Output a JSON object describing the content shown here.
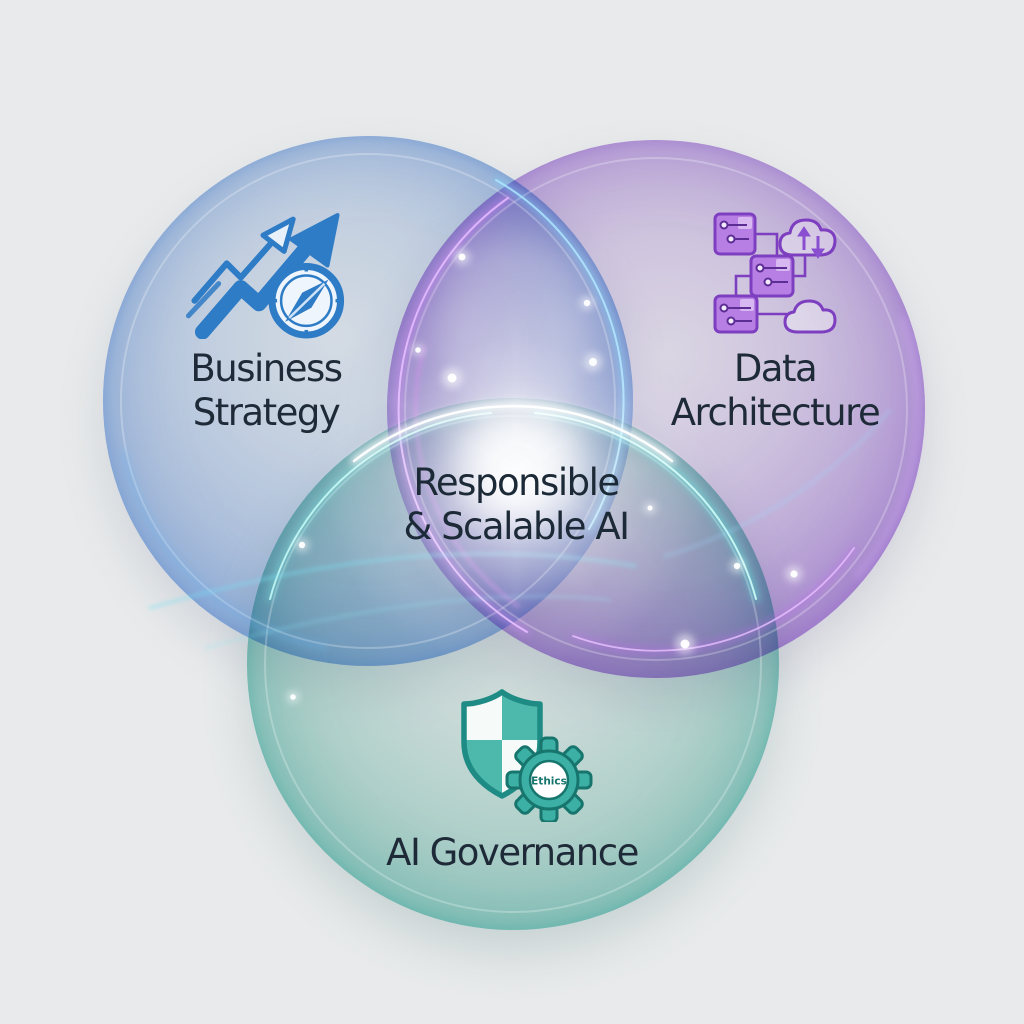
{
  "colors": {
    "background": "#e8eaeb",
    "label_text": "#1e2a38",
    "business_accent": "#2e7bc6",
    "data_accent": "#7d3fc0",
    "governance_accent": "#1e8c84",
    "blue_rim": "#7aa2da",
    "purple_rim": "#9a72cb",
    "teal_rim": "#6fbfb4"
  },
  "diagram": {
    "center_label": {
      "line1": "Responsible",
      "line2": "& Scalable AI"
    },
    "business": {
      "line1": "Business",
      "line2": "Strategy",
      "icon": "growth-arrows-compass-icon"
    },
    "data": {
      "line1": "Data",
      "line2": "Architecture",
      "icon": "chips-cloud-dataflow-icon"
    },
    "governance": {
      "label": "AI Governance",
      "icon": "shield-ethics-gear-icon",
      "gear_text": "Ethics"
    }
  }
}
